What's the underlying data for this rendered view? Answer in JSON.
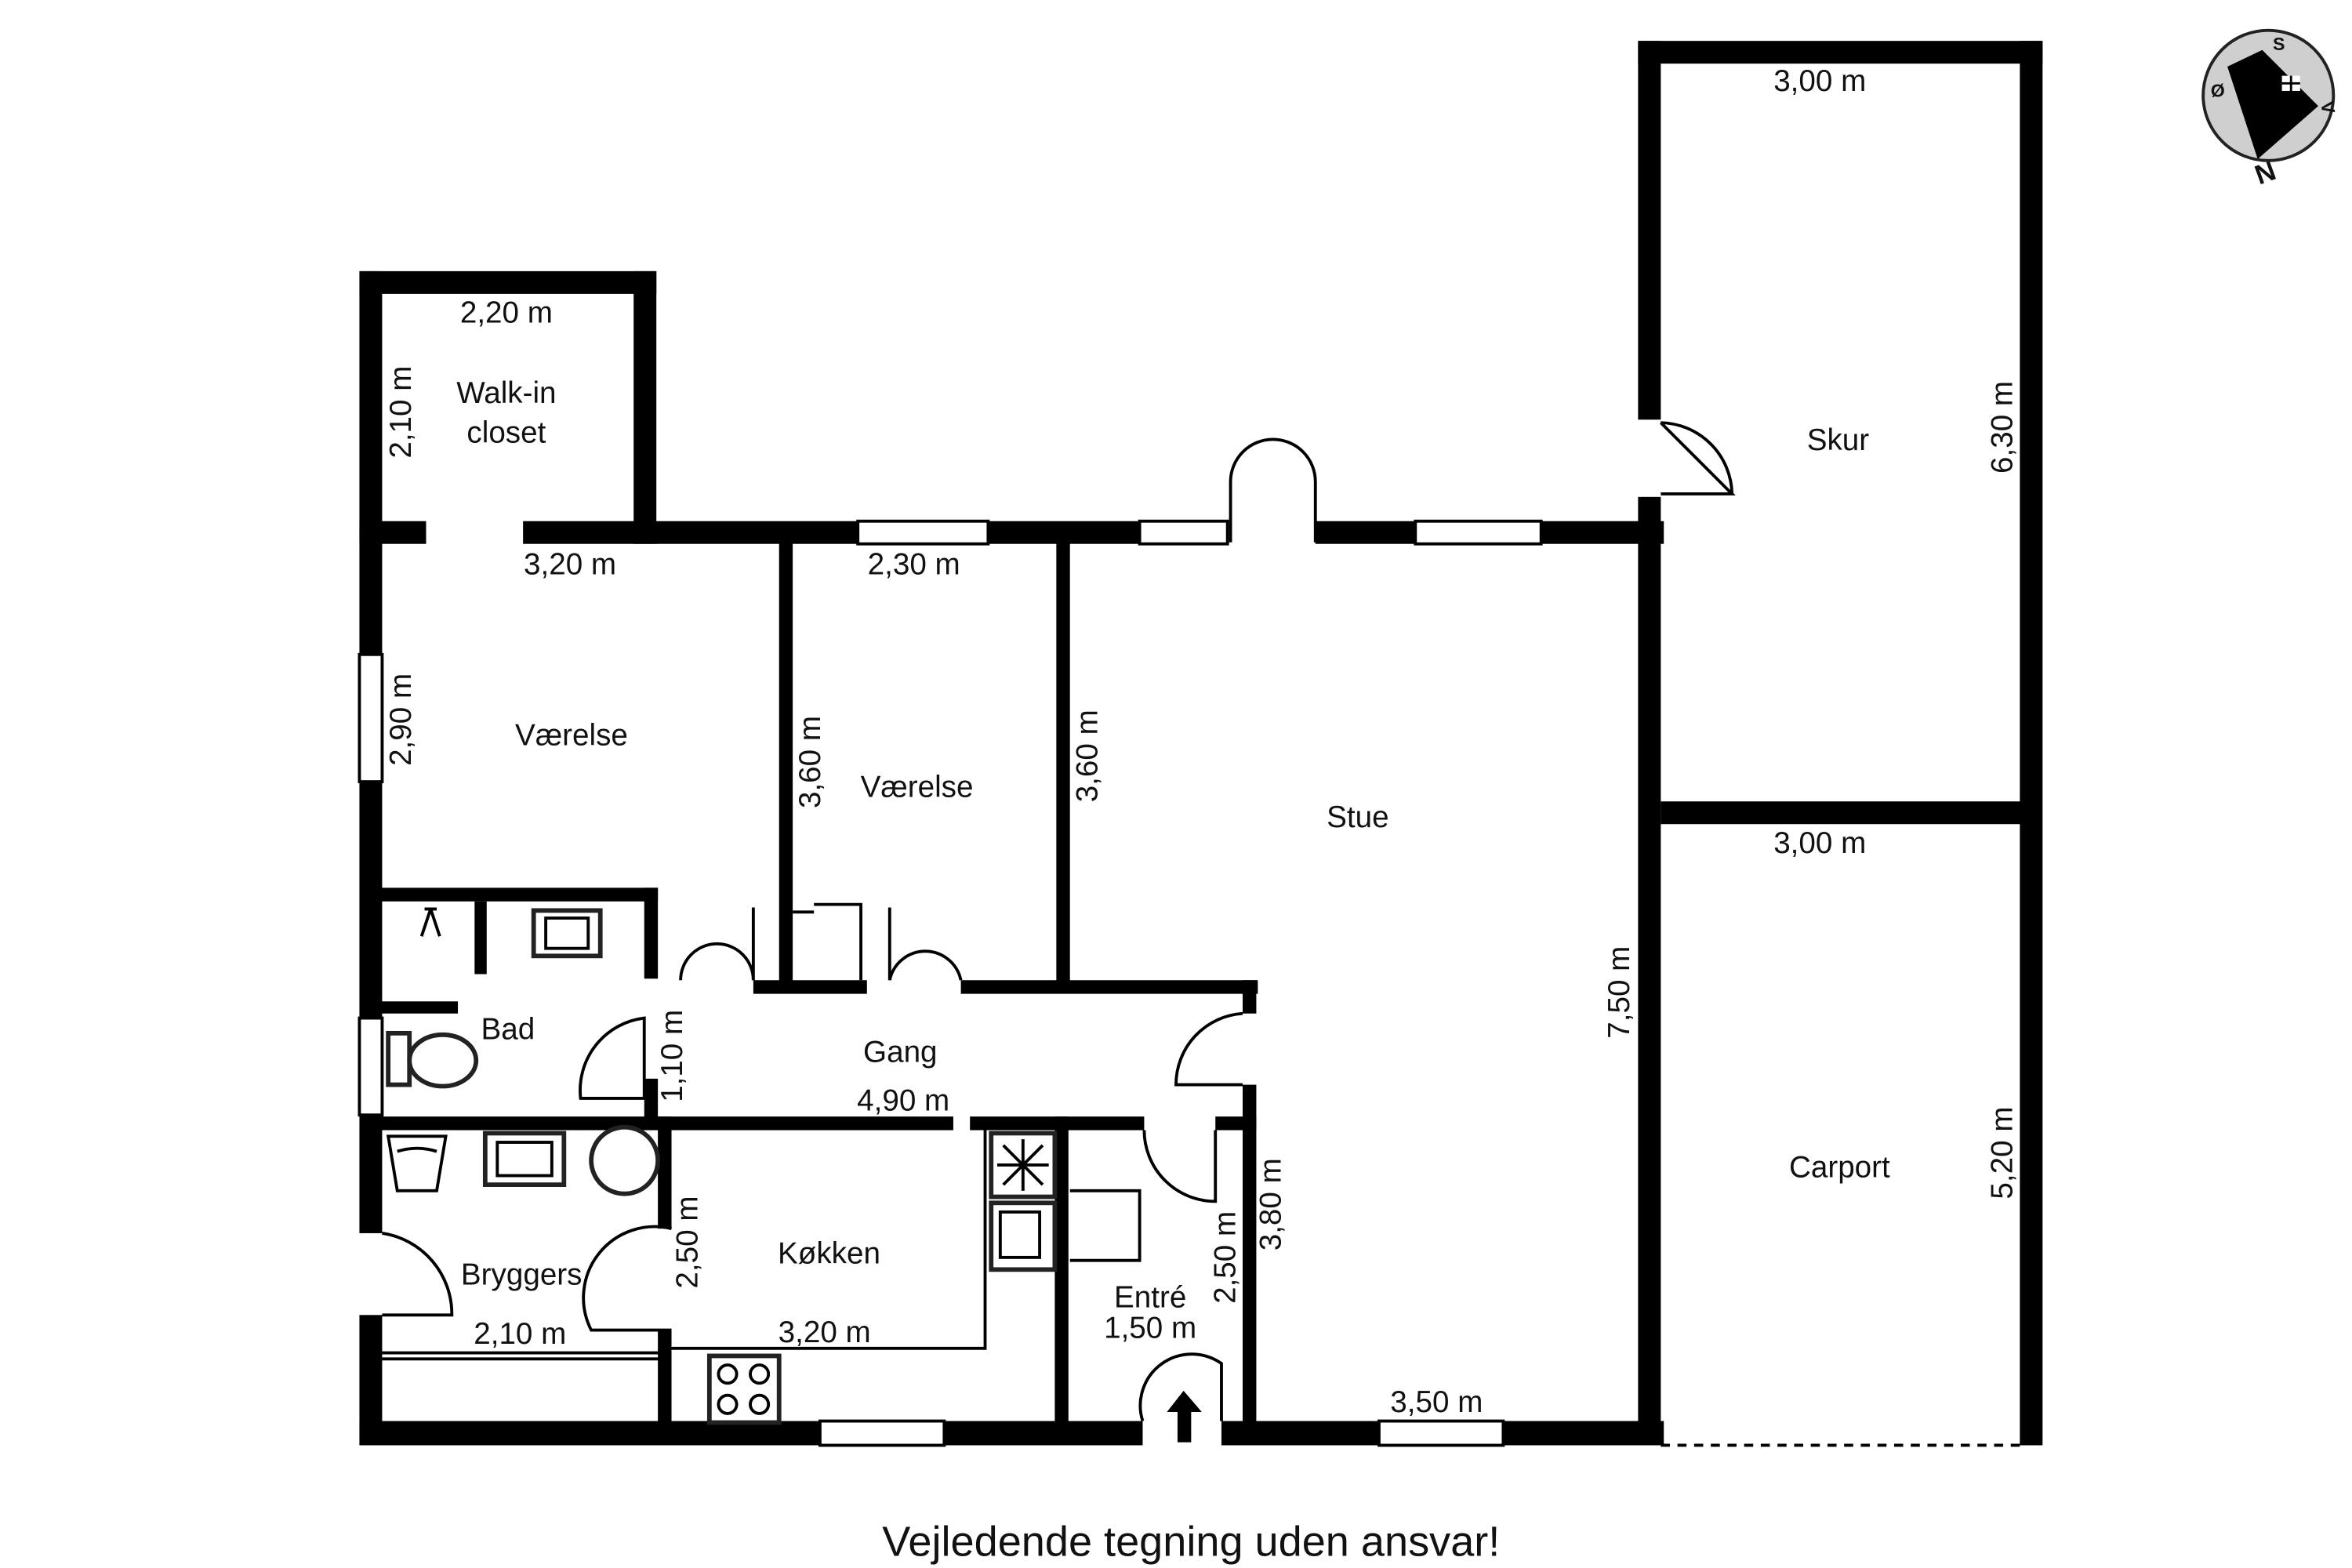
{
  "rooms": {
    "walkin": "Walk-in",
    "walkin2": "closet",
    "vaerelse1": "Værelse",
    "vaerelse2": "Værelse",
    "stue": "Stue",
    "skur": "Skur",
    "carport": "Carport",
    "bad": "Bad",
    "gang": "Gang",
    "koekken": "Køkken",
    "bryggers": "Bryggers",
    "entre": "Entré"
  },
  "dims": {
    "walkin_w": "2,20 m",
    "walkin_h": "2,10 m",
    "vaerelse1_w": "3,20 m",
    "vaerelse1_h": "2,90 m",
    "vaerelse2_w": "2,30 m",
    "vaerelse2_h": "3,60 m",
    "stue_left_h": "3,60 m",
    "stue_h": "7,50 m",
    "stue_bottom": "3,50 m",
    "skur_w": "3,00 m",
    "skur_h": "6,30 m",
    "carport_w": "3,00 m",
    "carport_h": "5,20 m",
    "gang_w": "4,90 m",
    "gang_h": "1,10 m",
    "koekken_h": "2,50 m",
    "koekken_w": "3,20 m",
    "bryggers_w": "2,10 m",
    "entre_w": "1,50 m",
    "entre_h": "2,50 m",
    "entre_side": "3,80 m"
  },
  "compass": {
    "n": "N",
    "s": "S",
    "o": "Ø",
    "v": "V"
  },
  "disclaimer": "Vejledende tegning uden ansvar!"
}
